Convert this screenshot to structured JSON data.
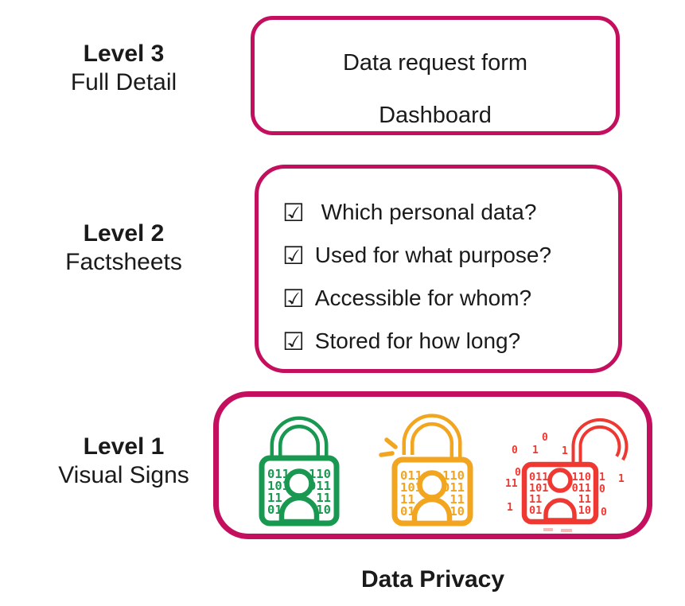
{
  "caption": "Data Privacy",
  "glyphs": {
    "checkbox": "☑"
  },
  "colors": {
    "box_border": "#C40F5E",
    "lock_secure": "#189850",
    "lock_warning": "#F2A51E",
    "lock_breached": "#EE3831",
    "text": "#1a1a1a"
  },
  "levels": {
    "level3": {
      "title": "Level 3",
      "subtitle": "Full Detail",
      "lines": [
        "Data request form",
        "Dashboard"
      ]
    },
    "level2": {
      "title": "Level 2",
      "subtitle": "Factsheets",
      "items": [
        " Which personal data?",
        "Used for what purpose?",
        "Accessible for whom?",
        "Stored for how long?"
      ]
    },
    "level1": {
      "title": "Level 1",
      "subtitle": "Visual Signs",
      "locks": [
        {
          "name": "locked padlock",
          "state": "secure",
          "color": "#189850"
        },
        {
          "name": "unlocked padlock",
          "state": "warning",
          "color": "#F2A51E"
        },
        {
          "name": "breached padlock",
          "state": "breached",
          "color": "#EE3831"
        }
      ]
    }
  },
  "lock_digits": {
    "left": [
      "011",
      "101",
      "11",
      "01"
    ],
    "right": [
      "110",
      "011",
      "11",
      "10"
    ]
  },
  "red_scatter": [
    "0",
    "1",
    "0",
    "1",
    "0",
    "11",
    "1",
    "1",
    "1",
    "0",
    "0"
  ]
}
